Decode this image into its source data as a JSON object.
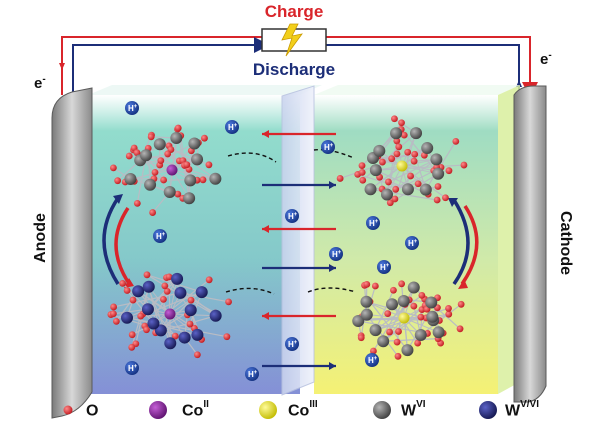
{
  "circuit": {
    "charge_label": "Charge",
    "discharge_label": "Discharge",
    "electron_left": "e",
    "electron_right": "e",
    "electron_sup": "-"
  },
  "electrodes": {
    "anode_label": "Anode",
    "cathode_label": "Cathode"
  },
  "proton_label": "H",
  "proton_sup": "+",
  "legend": [
    {
      "symbol": "O",
      "sup": "",
      "color": "#d9252b",
      "size": "small"
    },
    {
      "symbol": "Co",
      "sup": "II",
      "color": "#7a1f8c",
      "size": "large"
    },
    {
      "symbol": "Co",
      "sup": "III",
      "color": "#e6e01a",
      "size": "large"
    },
    {
      "symbol": "W",
      "sup": "VI",
      "color": "#5a5a5a",
      "size": "large"
    },
    {
      "symbol": "W",
      "sup": "V/VI",
      "color": "#1c1f6b",
      "size": "large"
    }
  ],
  "colors": {
    "charge": "#d9252b",
    "discharge": "#1c2e78",
    "anode_bg_top": "#5fc9b8",
    "anode_bg_bottom": "#6d78c8",
    "cathode_bg_top": "#8fd3b0",
    "cathode_bg_bottom": "#f2ee5a",
    "proton": "#1c3fa6"
  }
}
